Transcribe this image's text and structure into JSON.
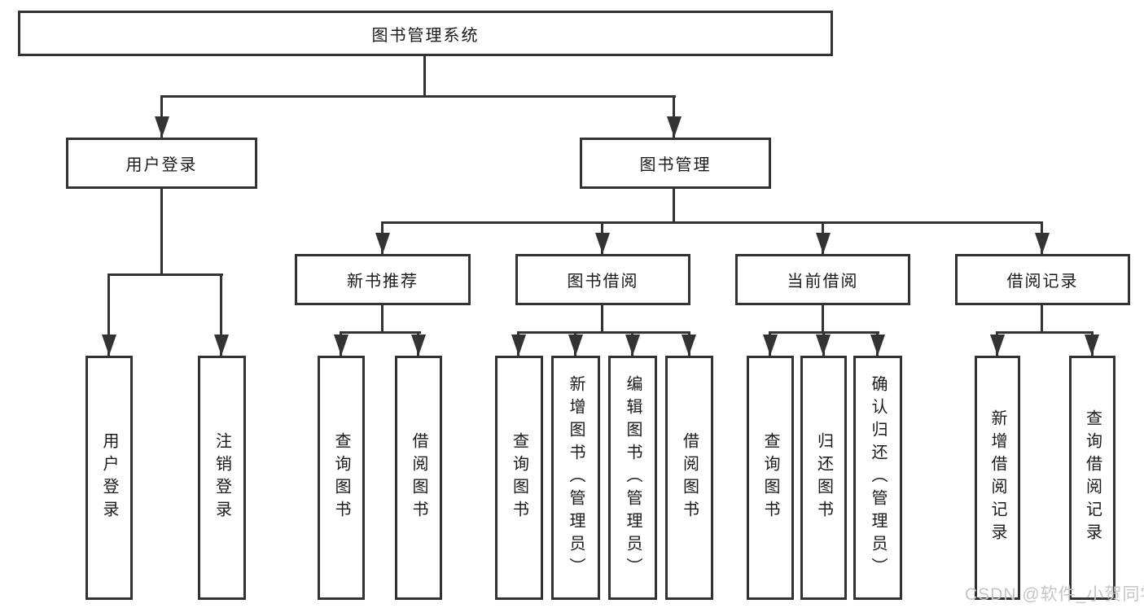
{
  "diagram": {
    "root": {
      "label": "图书管理系统"
    },
    "user_login": {
      "label": "用户登录",
      "children": [
        "用户登录",
        "注销登录"
      ]
    },
    "book_mgmt": {
      "label": "图书管理",
      "sections": [
        {
          "label": "新书推荐",
          "children": [
            "查询图书",
            "借阅图书"
          ]
        },
        {
          "label": "图书借阅",
          "children": [
            "查询图书",
            "新增图书（管理员）",
            "编辑图书（管理员）",
            "借阅图书"
          ]
        },
        {
          "label": "当前借阅",
          "children": [
            "查询图书",
            "归还图书",
            "确认归还（管理员）"
          ]
        },
        {
          "label": "借阅记录",
          "children": [
            "新增借阅记录",
            "查询借阅记录"
          ]
        }
      ]
    }
  },
  "watermark": {
    "text": "CSDN @软件_小贺同学"
  },
  "colors": {
    "line": "#333333",
    "text": "#1a1a1a",
    "background": "#ffffff",
    "watermark": "#c5c5c5"
  }
}
